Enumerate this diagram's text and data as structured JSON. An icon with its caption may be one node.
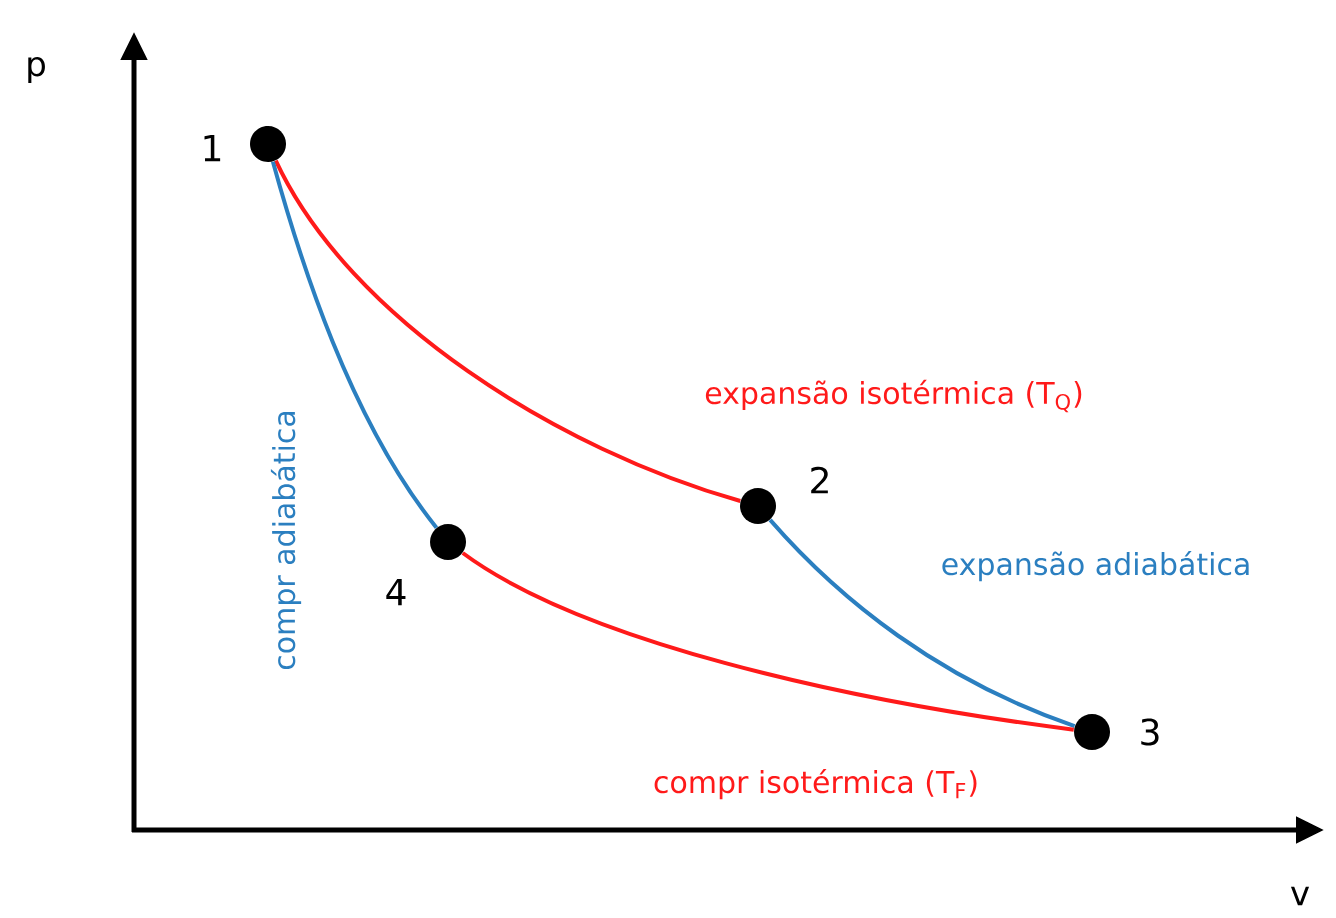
{
  "diagram": {
    "nodes": [
      {
        "text": [],
        "shape": "circle",
        "beside": [
          "1"
        ]
      },
      {
        "text": [],
        "shape": "circle",
        "beside": [
          "2"
        ]
      },
      {
        "text": [],
        "shape": "circle",
        "beside": [
          "3"
        ]
      },
      {
        "text": [],
        "shape": "circle",
        "beside": [
          "4"
        ]
      }
    ],
    "edges": [
      {
        "from": 0,
        "to": 1,
        "arrow": "none",
        "color": "#ff1a1a",
        "label": "expansão isotérmica (T$_{Q}$)"
      },
      {
        "from": 1,
        "to": 2,
        "arrow": "none",
        "color": "#2b7fc0",
        "label": "expansão adiabática"
      },
      {
        "from": 2,
        "to": 3,
        "arrow": "none",
        "color": "#ff1a1a",
        "label": "compr isotérmica (T$_{F}$)"
      },
      {
        "from": 3,
        "to": 0,
        "arrow": "none",
        "color": "#2b7fc0",
        "label": "compr adiabática"
      }
    ],
    "labels": [
      "p",
      "v"
    ]
  }
}
